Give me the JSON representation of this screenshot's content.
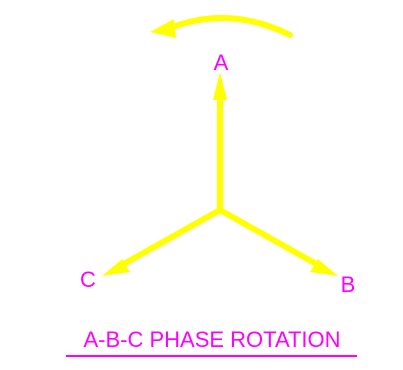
{
  "colors": {
    "arrow": "#ffff00",
    "text": "#ff00ff",
    "background": "#ffffff"
  },
  "phases": {
    "a": "A",
    "b": "B",
    "c": "C"
  },
  "caption": "A-B-C PHASE ROTATION"
}
